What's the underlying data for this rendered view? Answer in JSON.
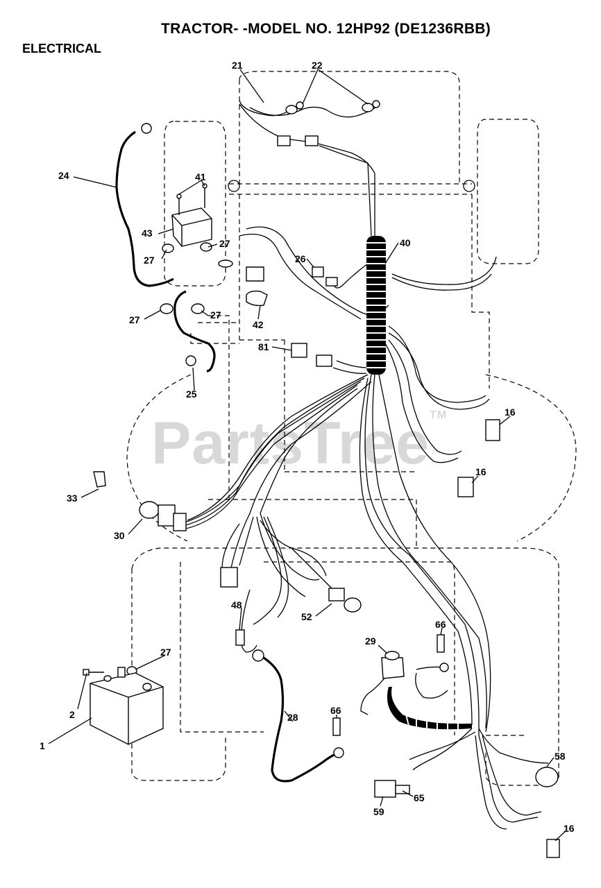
{
  "header": {
    "title": "TRACTOR- -MODEL NO. 12HP92 (DE1236RBB)",
    "section": "ELECTRICAL"
  },
  "watermark": {
    "text": "PartsTree",
    "mark": "TM"
  },
  "callouts": {
    "c21": "21",
    "c22": "22",
    "c24": "24",
    "c41": "41",
    "c43": "43",
    "c27a": "27",
    "c27b": "27",
    "c27c": "27",
    "c27d": "27",
    "c27e": "27",
    "c40": "40",
    "c26": "26",
    "c42": "42",
    "c81": "81",
    "c25": "25",
    "c16a": "16",
    "c16b": "16",
    "c16c": "16",
    "c33": "33",
    "c30": "30",
    "c48": "48",
    "c52": "52",
    "c66a": "66",
    "c66b": "66",
    "c29": "29",
    "c2": "2",
    "c1": "1",
    "c28": "28",
    "c58": "58",
    "c59": "59",
    "c65": "65"
  }
}
